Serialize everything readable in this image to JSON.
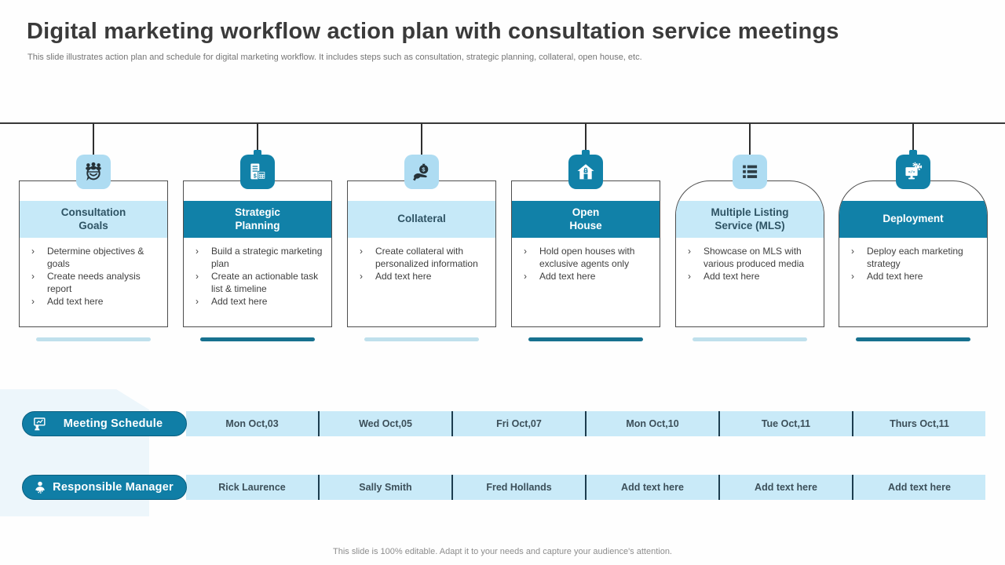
{
  "slide": {
    "title": "Digital marketing workflow action plan with consultation service meetings",
    "subtitle": "This slide illustrates action plan and schedule for digital marketing workflow. It includes steps such as consultation, strategic planning, collateral, open house, etc.",
    "footer": "This slide is 100% editable. Adapt it to your needs and capture your audience's attention."
  },
  "ui": {
    "bullet_char": "›"
  },
  "colors": {
    "teal": "#1181a8",
    "pill_teal": "#107ea6",
    "light_blue_cell": "#c9eaf8",
    "light_blue_header": "#c6e9f8",
    "icon_light_blue": "#aedcf2",
    "underline_light": "#bfe0ec",
    "underline_dark": "#17718f",
    "cell_separator": "#1c3d4f",
    "body_text": "#3f3f3f"
  },
  "steps": [
    {
      "title": "Consultation\nGoals",
      "variant": "light",
      "rounded": false,
      "icon": "meeting-discussion",
      "bullets": [
        "Determine objectives & goals",
        "Create needs analysis report",
        "Add text here"
      ]
    },
    {
      "title": "Strategic\nPlanning",
      "variant": "dark",
      "rounded": false,
      "icon": "notepad-calculator",
      "bullets": [
        "Build a strategic marketing plan",
        "Create an actionable task list & timeline",
        "Add text here"
      ]
    },
    {
      "title": "Collateral",
      "variant": "light",
      "rounded": false,
      "icon": "hand-money-bag",
      "bullets": [
        "Create collateral with personalized information",
        "Add text here"
      ]
    },
    {
      "title": "Open\nHouse",
      "variant": "dark",
      "rounded": false,
      "icon": "house-lock",
      "bullets": [
        "Hold open houses with exclusive agents only",
        "Add text here"
      ]
    },
    {
      "title": "Multiple Listing\nService (MLS)",
      "variant": "light",
      "rounded": true,
      "icon": "list",
      "bullets": [
        "Showcase on MLS with various produced media",
        "Add text here"
      ]
    },
    {
      "title": "Deployment",
      "variant": "dark",
      "rounded": true,
      "icon": "monitor-gears",
      "bullets": [
        "Deploy each marketing strategy",
        "Add text here"
      ]
    }
  ],
  "rows": [
    {
      "name": "meeting-schedule",
      "label": "Meeting Schedule",
      "icon": "presentation",
      "cells": [
        "Mon Oct,03",
        "Wed Oct,05",
        "Fri Oct,07",
        "Mon Oct,10",
        "Tue Oct,11",
        "Thurs Oct,11"
      ]
    },
    {
      "name": "responsible-manager",
      "label": "Responsible Manager",
      "icon": "manager",
      "cells": [
        "Rick Laurence",
        "Sally Smith",
        "Fred Hollands",
        "Add text here",
        "Add text here",
        "Add text here"
      ]
    }
  ]
}
